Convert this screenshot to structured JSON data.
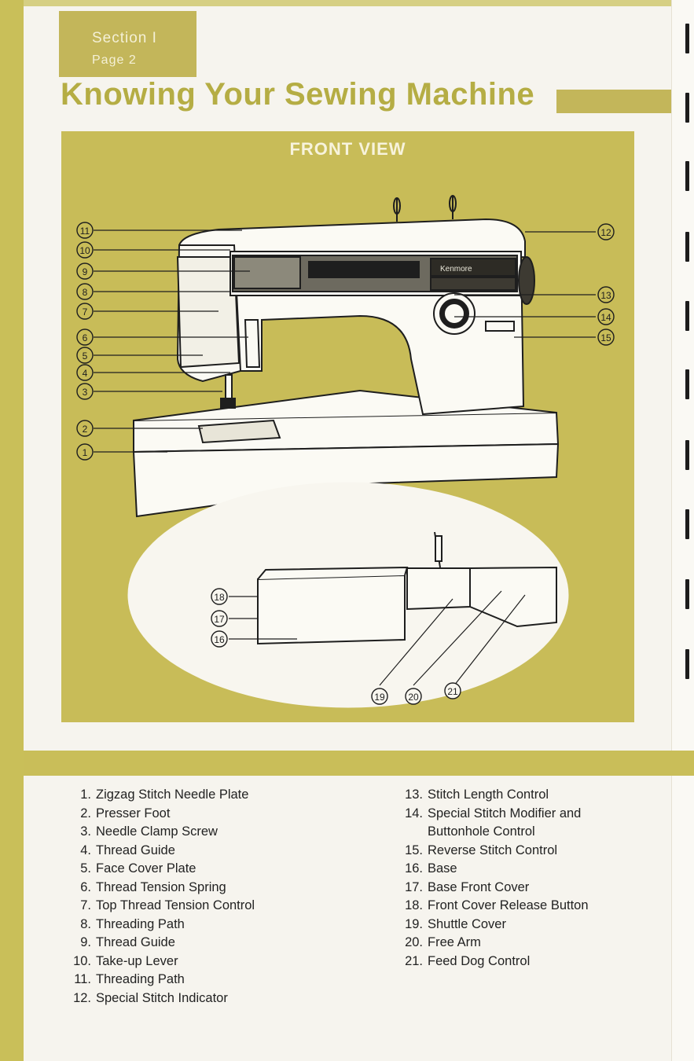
{
  "header": {
    "section": "Section  I",
    "page": "Page  2",
    "title": "Knowing Your Sewing Machine"
  },
  "figure": {
    "caption": "FRONT VIEW",
    "callouts": [
      "11",
      "10",
      "9",
      "8",
      "7",
      "6",
      "5",
      "4",
      "3",
      "2",
      "1",
      "12",
      "13",
      "14",
      "15",
      "18",
      "17",
      "16",
      "19",
      "20",
      "21"
    ],
    "brand": "Kenmore"
  },
  "parts_left": [
    {
      "num": "1.",
      "name": "Zigzag Stitch Needle Plate"
    },
    {
      "num": "2.",
      "name": "Presser Foot"
    },
    {
      "num": "3.",
      "name": "Needle Clamp Screw"
    },
    {
      "num": "4.",
      "name": "Thread Guide"
    },
    {
      "num": "5.",
      "name": "Face Cover Plate"
    },
    {
      "num": "6.",
      "name": "Thread Tension Spring"
    },
    {
      "num": "7.",
      "name": "Top Thread Tension Control"
    },
    {
      "num": "8.",
      "name": "Threading Path"
    },
    {
      "num": "9.",
      "name": "Thread Guide"
    },
    {
      "num": "10.",
      "name": "Take-up Lever"
    },
    {
      "num": "11.",
      "name": "Threading Path"
    },
    {
      "num": "12.",
      "name": "Special Stitch Indicator"
    }
  ],
  "parts_right": [
    {
      "num": "13.",
      "name": "Stitch Length Control"
    },
    {
      "num": "14.",
      "name": "Special Stitch Modifier and"
    },
    {
      "num": "",
      "name": "Buttonhole Control"
    },
    {
      "num": "15.",
      "name": "Reverse Stitch Control"
    },
    {
      "num": "16.",
      "name": "Base"
    },
    {
      "num": "17.",
      "name": "Base Front Cover"
    },
    {
      "num": "18.",
      "name": "Front Cover Release Button"
    },
    {
      "num": "19.",
      "name": "Shuttle Cover"
    },
    {
      "num": "20.",
      "name": "Free Arm"
    },
    {
      "num": "21.",
      "name": "Feed Dog Control"
    }
  ]
}
